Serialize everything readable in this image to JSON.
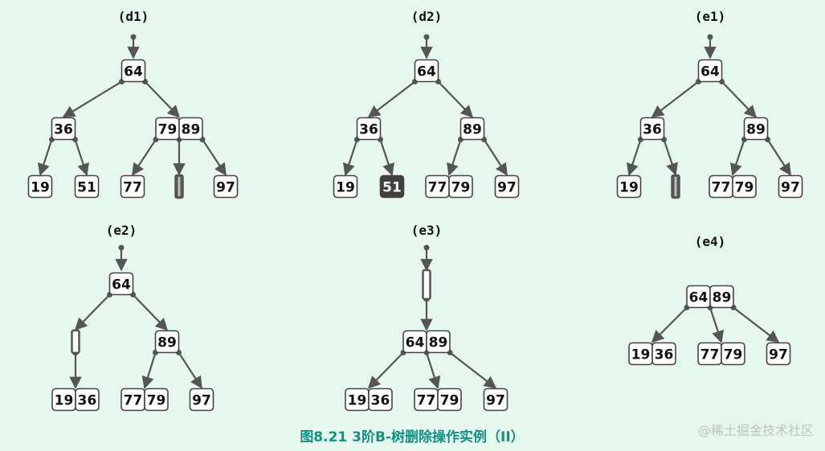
{
  "caption": "图8.21 3阶B-树删除操作实例（II）",
  "watermark": "@稀土掘金技术社区",
  "colors": {
    "background": "#e6f8ee",
    "edge": "#555555",
    "node_fill": "#ffffff",
    "highlight_fill": "#404040",
    "caption": "#149083"
  },
  "panels": [
    {
      "id": "d1",
      "label": "(d1)",
      "nodes": [
        {
          "id": "root",
          "keys": [
            "64"
          ]
        },
        {
          "id": "a",
          "keys": [
            "36"
          ]
        },
        {
          "id": "b",
          "keys": [
            "79",
            "89"
          ]
        },
        {
          "id": "a0",
          "keys": [
            "19"
          ]
        },
        {
          "id": "a1",
          "keys": [
            "51"
          ]
        },
        {
          "id": "b0",
          "keys": [
            "77"
          ]
        },
        {
          "id": "b1",
          "keys": [],
          "empty": true
        },
        {
          "id": "b2",
          "keys": [
            "97"
          ]
        }
      ]
    },
    {
      "id": "d2",
      "label": "(d2)",
      "nodes": [
        {
          "id": "root",
          "keys": [
            "64"
          ]
        },
        {
          "id": "a",
          "keys": [
            "36"
          ]
        },
        {
          "id": "b",
          "keys": [
            "89"
          ]
        },
        {
          "id": "a0",
          "keys": [
            "19"
          ]
        },
        {
          "id": "a1",
          "keys": [
            "51"
          ],
          "highlight": true
        },
        {
          "id": "b0",
          "keys": [
            "77",
            "79"
          ]
        },
        {
          "id": "b1",
          "keys": [
            "97"
          ]
        }
      ]
    },
    {
      "id": "e1",
      "label": "(e1)",
      "nodes": [
        {
          "id": "root",
          "keys": [
            "64"
          ]
        },
        {
          "id": "a",
          "keys": [
            "36"
          ]
        },
        {
          "id": "b",
          "keys": [
            "89"
          ]
        },
        {
          "id": "a0",
          "keys": [
            "19"
          ]
        },
        {
          "id": "a1",
          "keys": [],
          "empty": true
        },
        {
          "id": "b0",
          "keys": [
            "77",
            "79"
          ]
        },
        {
          "id": "b1",
          "keys": [
            "97"
          ]
        }
      ]
    },
    {
      "id": "e2",
      "label": "(e2)",
      "nodes": [
        {
          "id": "root",
          "keys": [
            "64"
          ]
        },
        {
          "id": "a",
          "keys": [],
          "empty": true
        },
        {
          "id": "b",
          "keys": [
            "89"
          ]
        },
        {
          "id": "a0",
          "keys": [
            "19",
            "36"
          ]
        },
        {
          "id": "b0",
          "keys": [
            "77",
            "79"
          ]
        },
        {
          "id": "b1",
          "keys": [
            "97"
          ]
        }
      ]
    },
    {
      "id": "e3",
      "label": "(e3)",
      "nodes": [
        {
          "id": "root",
          "keys": [],
          "empty": true
        },
        {
          "id": "a",
          "keys": [
            "64",
            "89"
          ]
        },
        {
          "id": "a0",
          "keys": [
            "19",
            "36"
          ]
        },
        {
          "id": "a1",
          "keys": [
            "77",
            "79"
          ]
        },
        {
          "id": "a2",
          "keys": [
            "97"
          ]
        }
      ]
    },
    {
      "id": "e4",
      "label": "(e4)",
      "nodes": [
        {
          "id": "root",
          "keys": [
            "64",
            "89"
          ]
        },
        {
          "id": "a0",
          "keys": [
            "19",
            "36"
          ]
        },
        {
          "id": "a1",
          "keys": [
            "77",
            "79"
          ]
        },
        {
          "id": "a2",
          "keys": [
            "97"
          ]
        }
      ]
    }
  ]
}
